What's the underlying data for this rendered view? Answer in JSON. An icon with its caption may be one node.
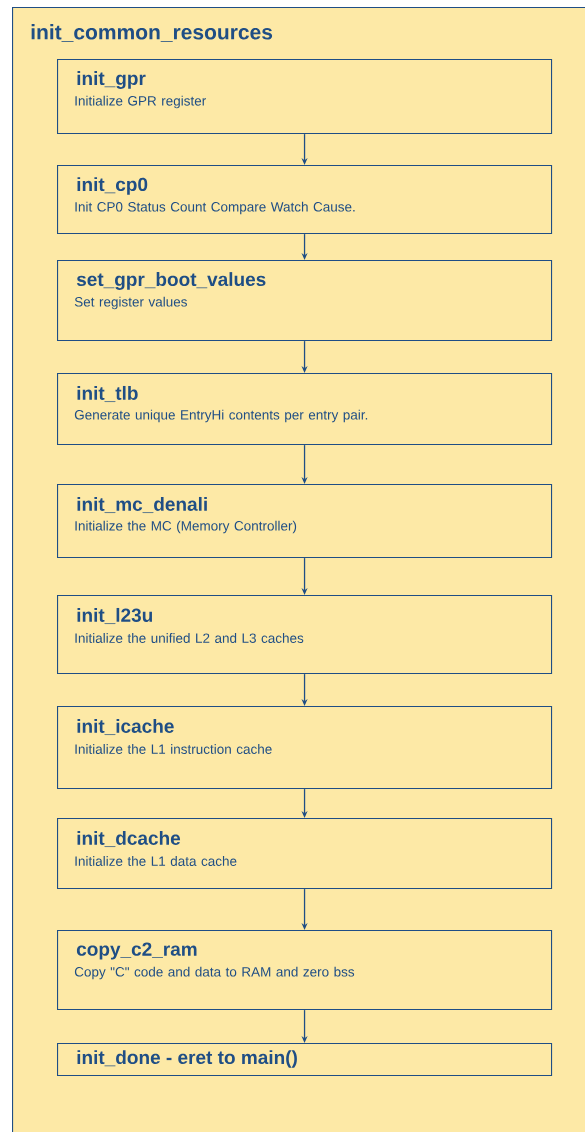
{
  "diagram": {
    "nodes": [
      {
        "text": [
          "init_common_resources"
        ]
      },
      {
        "text": [
          "init_gpr",
          "Initialize GPR register"
        ],
        "in": 0
      },
      {
        "text": [
          "init_cp0",
          "Init CP0 Status Count Compare Watch Cause."
        ],
        "in": 0
      },
      {
        "text": [
          "set_gpr_boot_values",
          "Set register values"
        ],
        "in": 0
      },
      {
        "text": [
          "init_tlb",
          "Generate unique EntryHi contents per entry pair."
        ],
        "in": 0
      },
      {
        "text": [
          "init_mc_denali",
          "Initialize the MC (Memory Controller)"
        ],
        "in": 0
      },
      {
        "text": [
          "init_l23u",
          "Initialize the unified L2 and L3 caches"
        ],
        "in": 0
      },
      {
        "text": [
          "init_icache",
          "Initialize the L1 instruction cache"
        ],
        "in": 0
      },
      {
        "text": [
          "init_dcache",
          "Initialize the L1 data cache"
        ],
        "in": 0
      },
      {
        "text": [
          "copy_c2_ram",
          "Copy \"C\" code and data to RAM and zero bss"
        ],
        "in": 0
      },
      {
        "text": [
          "init_done - eret to main()"
        ],
        "in": 0
      }
    ],
    "edges": [
      {
        "from": 1,
        "to": 2,
        "arrow": "to"
      },
      {
        "from": 2,
        "to": 3,
        "arrow": "to"
      },
      {
        "from": 3,
        "to": 4,
        "arrow": "to"
      },
      {
        "from": 4,
        "to": 5,
        "arrow": "to"
      },
      {
        "from": 5,
        "to": 6,
        "arrow": "to"
      },
      {
        "from": 6,
        "to": 7,
        "arrow": "to"
      },
      {
        "from": 7,
        "to": 8,
        "arrow": "to"
      },
      {
        "from": 8,
        "to": 9,
        "arrow": "to"
      },
      {
        "from": 9,
        "to": 10,
        "arrow": "to"
      }
    ]
  }
}
